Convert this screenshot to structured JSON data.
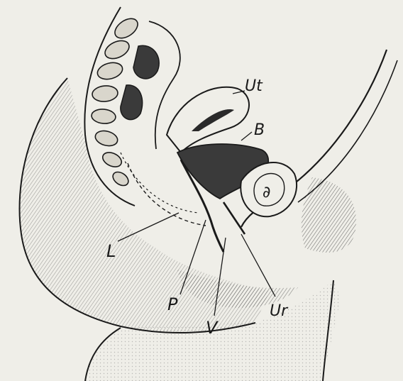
{
  "labels": {
    "uterus": "Ut",
    "bladder": "B",
    "levator": "L",
    "perineum": "P",
    "vagina": "V",
    "urethra": "Ur"
  }
}
